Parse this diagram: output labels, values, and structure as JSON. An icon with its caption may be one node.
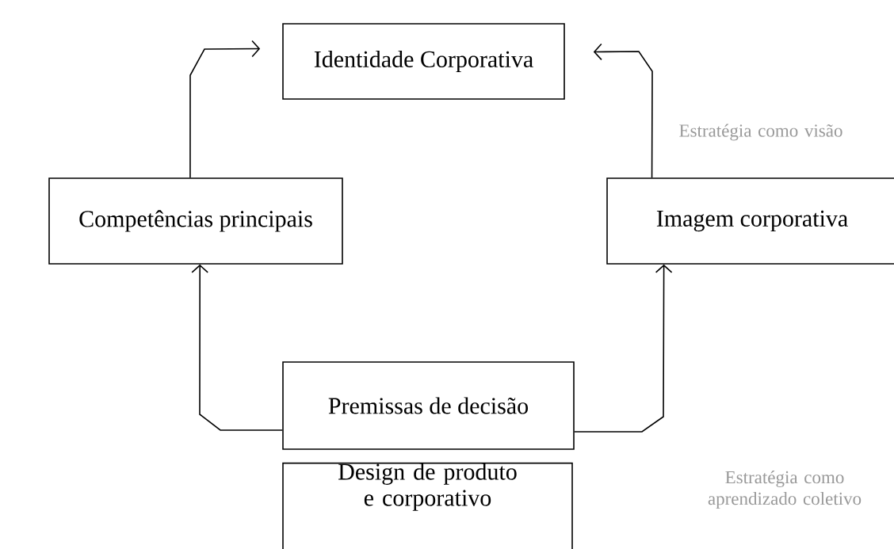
{
  "diagram": {
    "nodes": [
      {
        "text": [
          "Identidade Corporativa"
        ]
      },
      {
        "text": [
          "Competências principais"
        ]
      },
      {
        "text": [
          "Imagem corporativa"
        ]
      },
      {
        "text": [
          "Premissas de decisão"
        ]
      },
      {
        "text": [
          "Design de produto e corporativo"
        ]
      }
    ],
    "edges": [
      {
        "from": 1,
        "to": 0,
        "arrow": "to"
      },
      {
        "from": 2,
        "to": 0,
        "arrow": "to"
      },
      {
        "from": 3,
        "to": 1,
        "arrow": "to"
      },
      {
        "from": 3,
        "to": 2,
        "arrow": "to"
      }
    ],
    "labels": [
      "Estratégia como visão",
      "Estratégia como aprendizado coletivo"
    ]
  }
}
